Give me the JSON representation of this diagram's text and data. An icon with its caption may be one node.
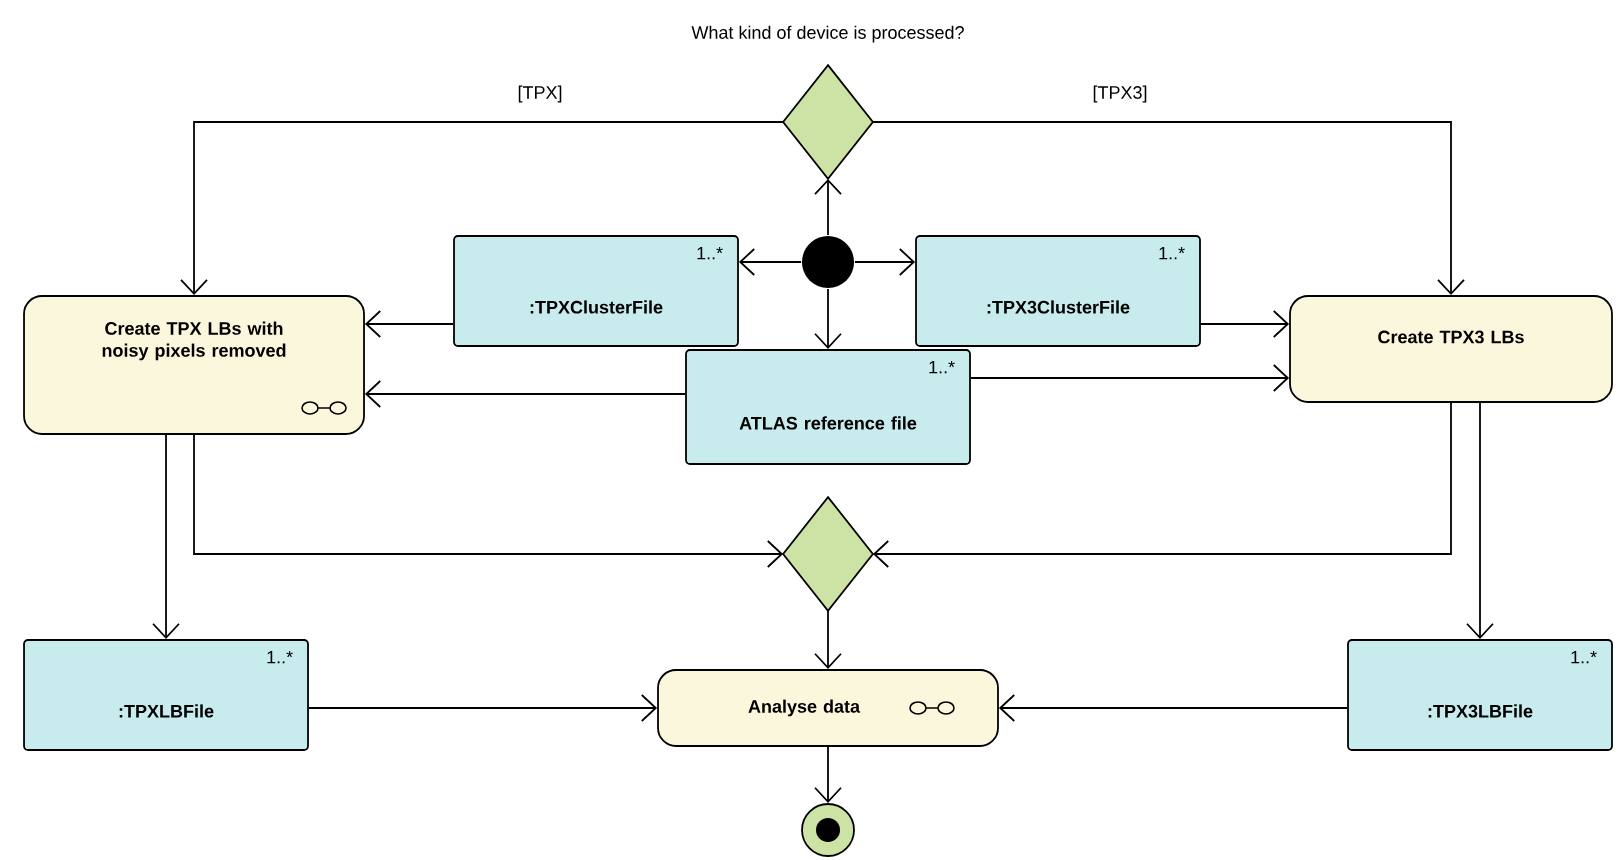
{
  "diagram": {
    "nodes": [
      {
        "text": [],
        "shape": "diamond",
        "beside": [
          "What kind of device is processed?"
        ]
      },
      {
        "text": [],
        "shape": "circle"
      },
      {
        "text": [
          "Create TPX LBs with noisy pixels removed"
        ]
      },
      {
        "text": [
          "1..*",
          ":TPXClusterFile"
        ]
      },
      {
        "text": [
          "1..*",
          ":TPX3ClusterFile"
        ]
      },
      {
        "text": [
          "1..*",
          "ATLAS reference file"
        ]
      },
      {
        "text": [
          "Create TPX3 LBs"
        ]
      },
      {
        "text": [],
        "shape": "diamond"
      },
      {
        "text": [
          "1..*",
          ":TPXLBFile"
        ]
      },
      {
        "text": [
          "Analyse data"
        ]
      },
      {
        "text": [
          "1..*",
          ":TPX3LBFile"
        ]
      },
      {
        "text": [],
        "shape": "bullseye"
      }
    ],
    "edges": [
      {
        "from": 0,
        "to": 2,
        "arrow": "to",
        "label": "[TPX]"
      },
      {
        "from": 0,
        "to": 6,
        "arrow": "to",
        "label": "[TPX3]"
      },
      {
        "from": 1,
        "to": 0,
        "arrow": "to"
      },
      {
        "from": 1,
        "to": 3,
        "arrow": "to"
      },
      {
        "from": 1,
        "to": 4,
        "arrow": "to"
      },
      {
        "from": 1,
        "to": 5,
        "arrow": "to"
      },
      {
        "from": 3,
        "to": 2,
        "arrow": "to"
      },
      {
        "from": 5,
        "to": 2,
        "arrow": "to"
      },
      {
        "from": 4,
        "to": 6,
        "arrow": "to"
      },
      {
        "from": 5,
        "to": 6,
        "arrow": "to"
      },
      {
        "from": 2,
        "to": 8,
        "arrow": "to"
      },
      {
        "from": 2,
        "to": 7,
        "arrow": "to"
      },
      {
        "from": 6,
        "to": 7,
        "arrow": "to"
      },
      {
        "from": 6,
        "to": 10,
        "arrow": "to"
      },
      {
        "from": 7,
        "to": 9,
        "arrow": "to"
      },
      {
        "from": 8,
        "to": 9,
        "arrow": "to"
      },
      {
        "from": 10,
        "to": 9,
        "arrow": "to"
      },
      {
        "from": 9,
        "to": 11,
        "arrow": "to"
      }
    ]
  }
}
